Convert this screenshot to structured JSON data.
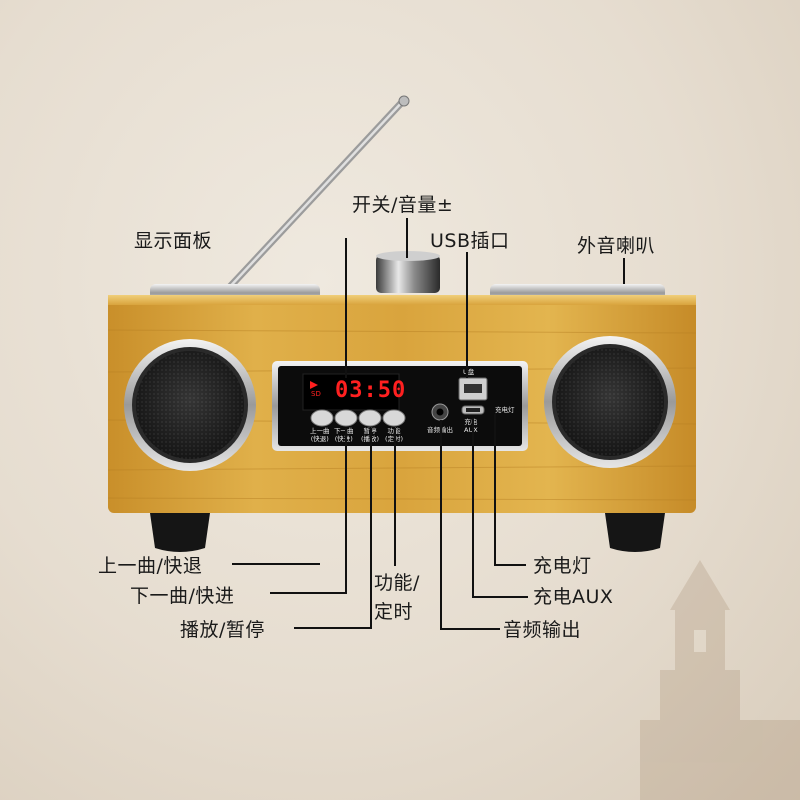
{
  "display": {
    "time": "03:50",
    "sd": "SD"
  },
  "panel_text": {
    "btn1": "上一曲",
    "btn1b": "(快退)",
    "btn2": "下一曲",
    "btn2b": "(快进)",
    "btn3": "暂停",
    "btn3b": "(播放)",
    "btn4": "功能",
    "btn4b": "(定时)",
    "usb": "U盘",
    "aux": "充电\nAUX",
    "audio": "音频输出",
    "charge": "充电灯"
  },
  "labels": {
    "display_panel": "显示面板",
    "power_volume": "开关/音量±",
    "usb_port": "USB插口",
    "external_speaker": "外音喇叭",
    "prev": "上一曲/快退",
    "next": "下一曲/快进",
    "play": "播放/暂停",
    "func_line1": "功能/",
    "func_line2": "定时",
    "charge_light": "充电灯",
    "charge_aux": "充电AUX",
    "audio_out": "音频输出"
  }
}
